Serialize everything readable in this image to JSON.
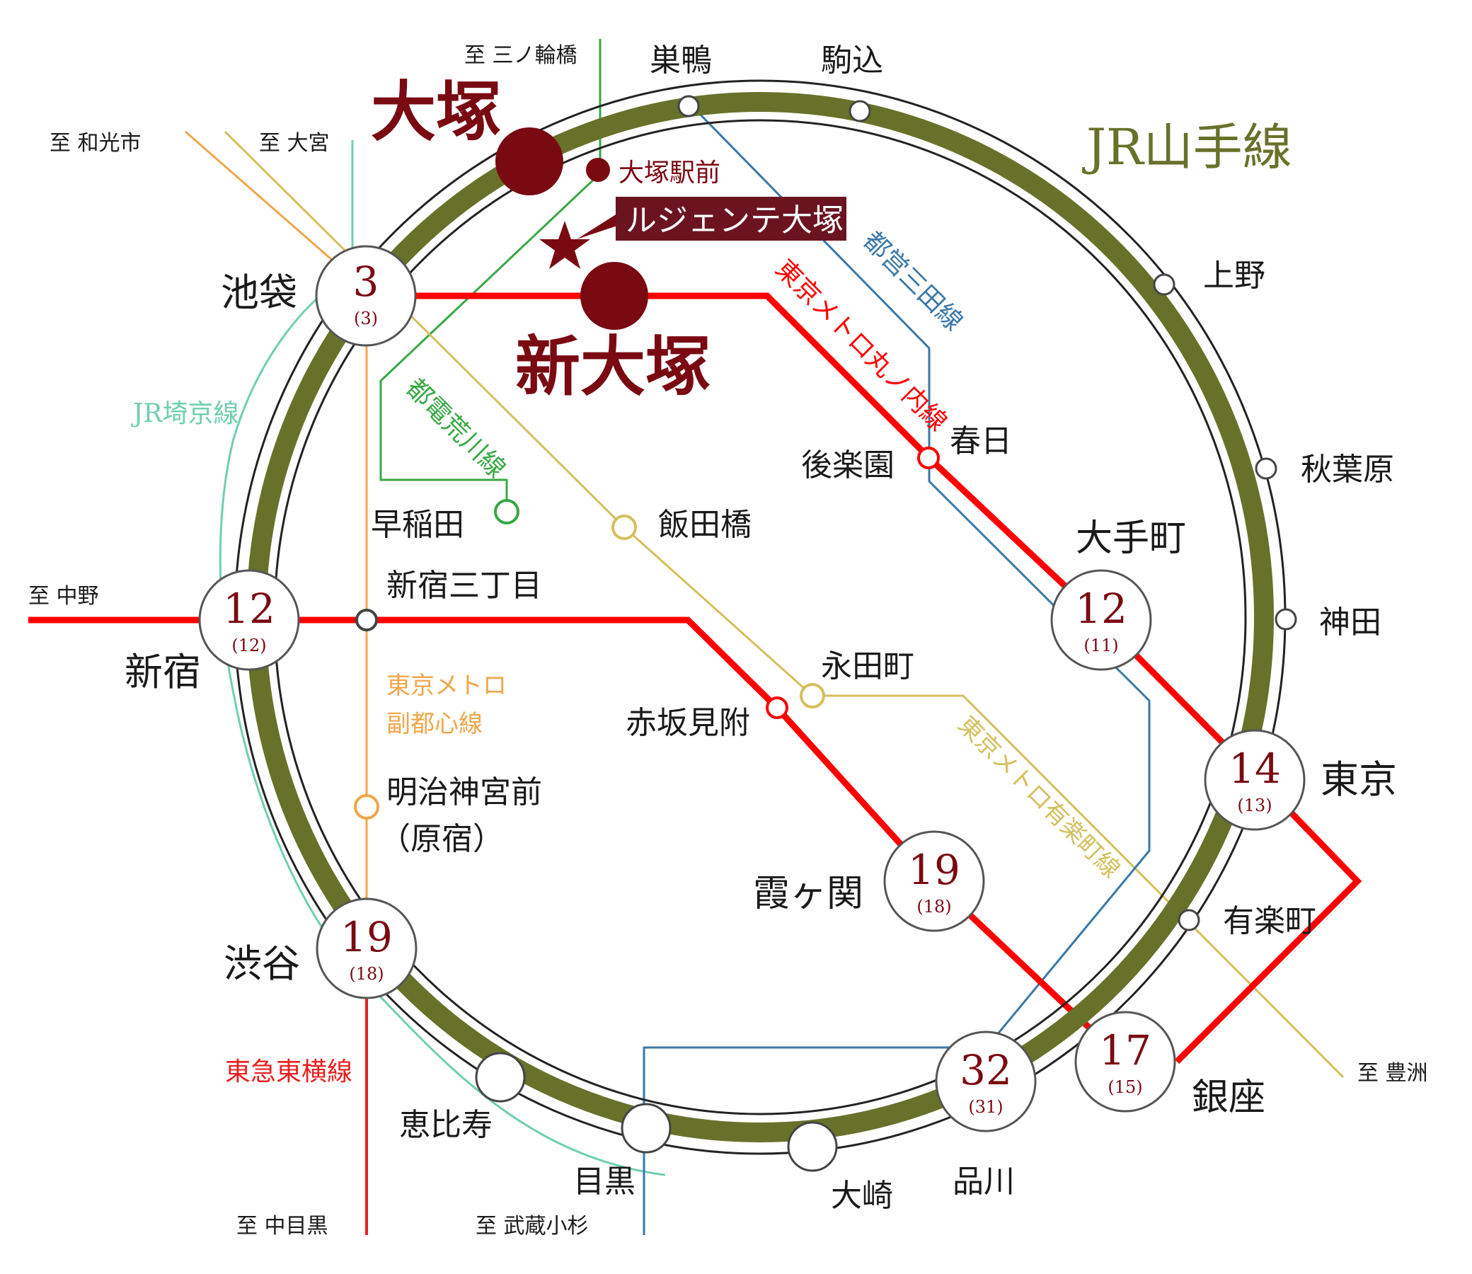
{
  "line_names": {
    "yamanote": "JR山手線",
    "saikyo": "JR埼京線",
    "arakawa": "都電荒川線",
    "mita": "都営三田線",
    "marunouchi": "東京メトロ丸ノ内線",
    "fukutoshin_1": "東京メトロ",
    "fukutoshin_2": "副都心線",
    "yurakucho": "東京メトロ有楽町線",
    "toyoko": "東急東横線"
  },
  "destinations": {
    "minowabashi": "至 三ノ輪橋",
    "wakoshi": "至 和光市",
    "omiya": "至 大宮",
    "nakano": "至 中野",
    "toyosu": "至 豊洲",
    "nakameguro": "至 中目黒",
    "musashikosugi": "至 武蔵小杉"
  },
  "highlight": {
    "otsuka": "大塚",
    "shin_otsuka": "新大塚",
    "otsuka_ekimae": "大塚駅前",
    "property": "ルジェンテ大塚"
  },
  "stations": {
    "sugamo": "巣鴨",
    "komagome": "駒込",
    "ueno": "上野",
    "akihabara": "秋葉原",
    "kanda": "神田",
    "yurakucho": "有楽町",
    "ebisu": "恵比寿",
    "meguro": "目黒",
    "osaki": "大崎",
    "kasuga": "春日",
    "korakuen": "後楽園",
    "waseda": "早稲田",
    "iidabashi": "飯田橋",
    "shinjuku_sanchome": "新宿三丁目",
    "nagatacho": "永田町",
    "akasaka_mitsuke": "赤坂見附",
    "meiji_jingumae_1": "明治神宮前",
    "meiji_jingumae_2": "（原宿）"
  },
  "time_stations": {
    "ikebukuro": {
      "name": "池袋",
      "time": "3",
      "sub": "(3)"
    },
    "shinjuku": {
      "name": "新宿",
      "time": "12",
      "sub": "(12)"
    },
    "shibuya": {
      "name": "渋谷",
      "time": "19",
      "sub": "(18)"
    },
    "otemachi": {
      "name": "大手町",
      "time": "12",
      "sub": "(11)"
    },
    "tokyo": {
      "name": "東京",
      "time": "14",
      "sub": "(13)"
    },
    "kasumigaseki": {
      "name": "霞ヶ関",
      "time": "19",
      "sub": "(18)"
    },
    "ginza": {
      "name": "銀座",
      "time": "17",
      "sub": "(15)"
    },
    "shinagawa": {
      "name": "品川",
      "time": "32",
      "sub": "(31)"
    }
  },
  "colors": {
    "yamanote": "#68712a",
    "marunouchi": "#ff0000",
    "mita": "#3a78a8",
    "fukutoshin": "#f0a64a",
    "yurakucho": "#d4bf5c",
    "saikyo": "#6fcfae",
    "arakawa": "#38a845",
    "highlight": "#7a0a12"
  }
}
